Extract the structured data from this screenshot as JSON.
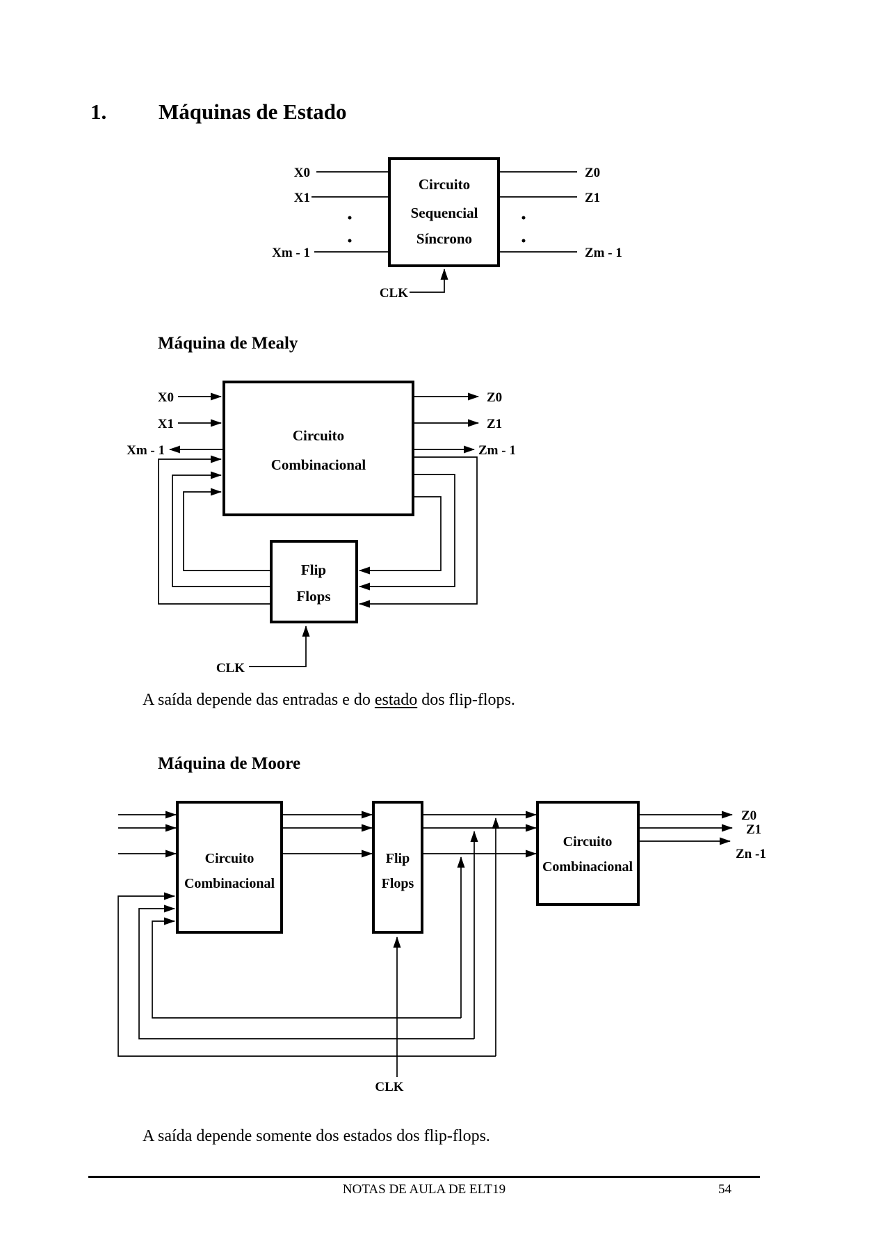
{
  "page": {
    "title_number": "1.",
    "title": "Máquinas de Estado",
    "heading_mealy": "Máquina de Mealy",
    "heading_moore": "Máquina de Moore",
    "paragraph_mealy": {
      "before": "A saída depende das entradas e do ",
      "underlined": "estado",
      "after": " dos flip-flops."
    },
    "paragraph_moore": "A saída depende somente dos estados dos flip-flops.",
    "footer": {
      "text": "NOTAS DE AULA DE ELT19",
      "page_number": "54"
    },
    "colors": {
      "ink": "#000000",
      "background": "#ffffff"
    }
  },
  "diagram_sync": {
    "box_lines": [
      "Circuito",
      "Sequencial",
      "Síncrono"
    ],
    "inputs": [
      "X0",
      "X1",
      "Xm - 1"
    ],
    "outputs": [
      "Z0",
      "Z1",
      "Zm - 1"
    ],
    "clock": "CLK"
  },
  "diagram_mealy": {
    "combinational_lines": [
      "Circuito",
      "Combinacional"
    ],
    "flipflop_lines": [
      "Flip",
      "Flops"
    ],
    "inputs": [
      "X0",
      "X1",
      "Xm - 1"
    ],
    "outputs": [
      "Z0",
      "Z1",
      "Zm - 1"
    ],
    "clock": "CLK"
  },
  "diagram_moore": {
    "combinational_lines": [
      "Circuito",
      "Combinacional"
    ],
    "flipflop_lines": [
      "Flip",
      "Flops"
    ],
    "outputs": [
      "Z0",
      "Z1",
      "Zn -1"
    ],
    "clock": "CLK"
  }
}
